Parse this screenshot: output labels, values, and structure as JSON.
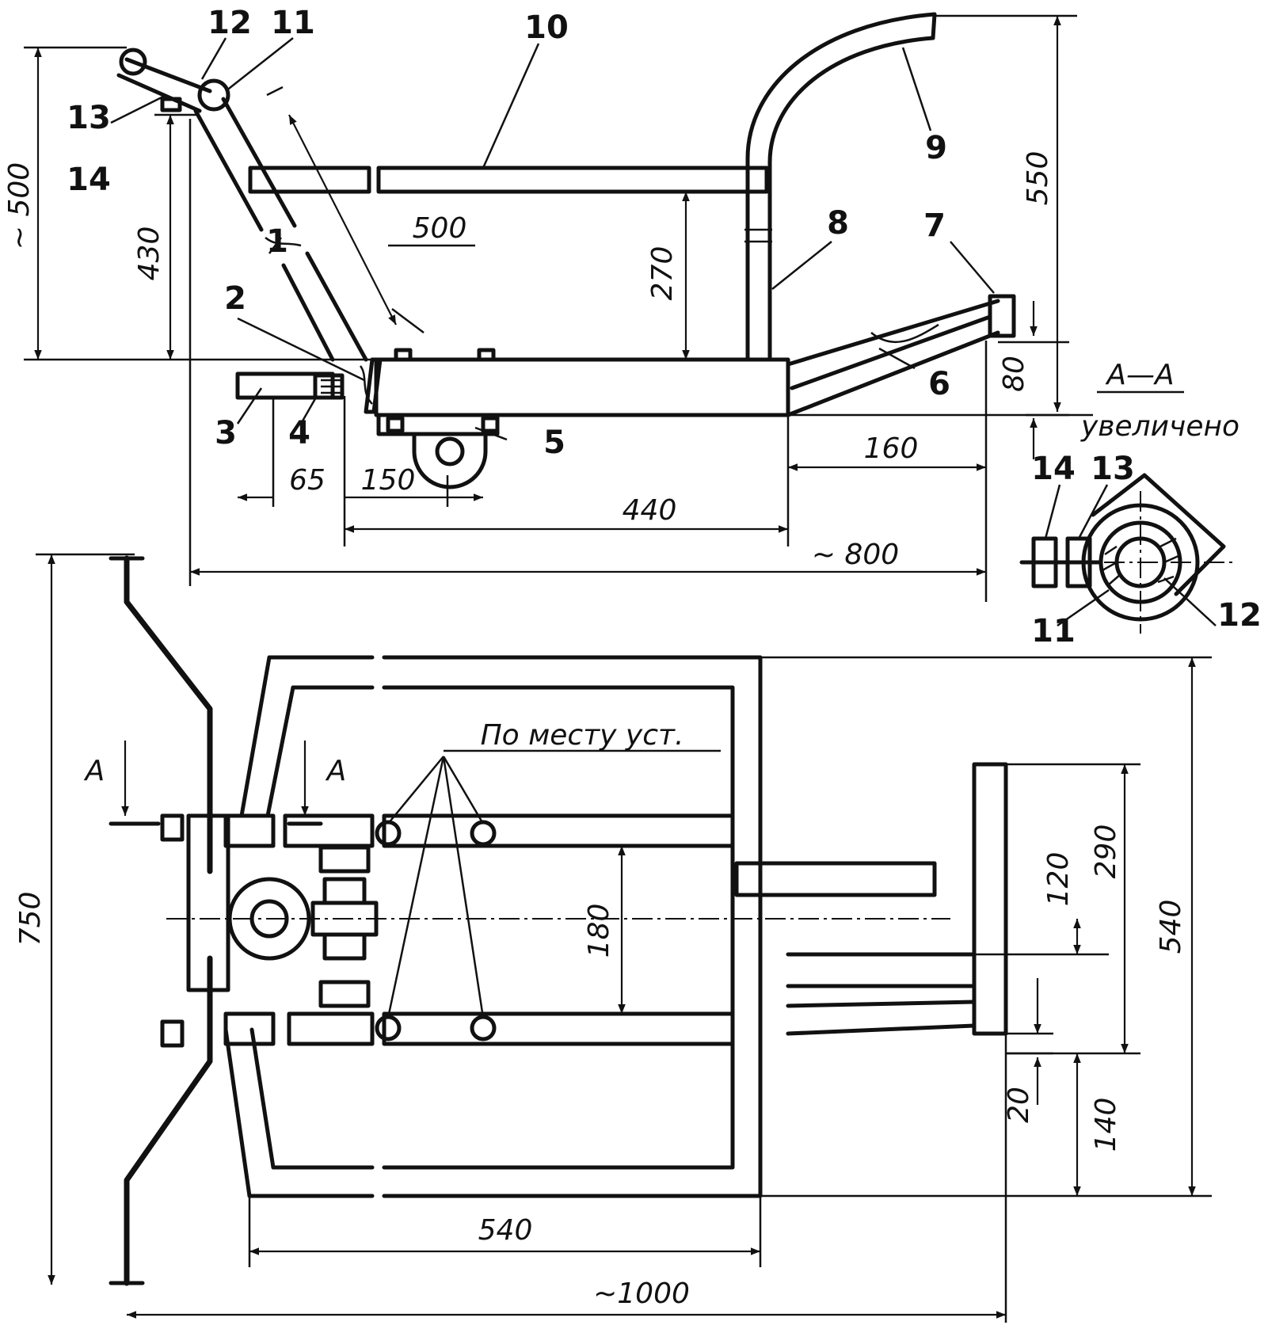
{
  "part_labels": {
    "p1": "1",
    "p2": "2",
    "p3": "3",
    "p4": "4",
    "p5": "5",
    "p6": "6",
    "p7": "7",
    "p8": "8",
    "p9": "9",
    "p10": "10",
    "p11": "11",
    "p12": "12",
    "p13": "13",
    "p14": "14"
  },
  "side_view_dims": {
    "total_height": "~ 500",
    "handle_height": "430",
    "tube_length": "500",
    "seat_height": "270",
    "back_height": "550",
    "foot_rise": "80",
    "d65": "65",
    "d150": "150",
    "d440": "440",
    "d160": "160",
    "length": "~ 800"
  },
  "section": {
    "title": "A—A",
    "subtitle": "увеличено",
    "l14": "14",
    "l13": "13",
    "l11": "11",
    "l12": "12"
  },
  "top_view_dims": {
    "handlebar_span": "750",
    "rail_gap": "180",
    "frame_width": "540",
    "footrest_width": "290",
    "d120": "120",
    "d140": "140",
    "d20": "20",
    "frame_length": "540",
    "overall_length": "~1000"
  },
  "top_view_labels": {
    "section_a_left": "A",
    "section_a_right": "A",
    "note": "По месту уст."
  }
}
